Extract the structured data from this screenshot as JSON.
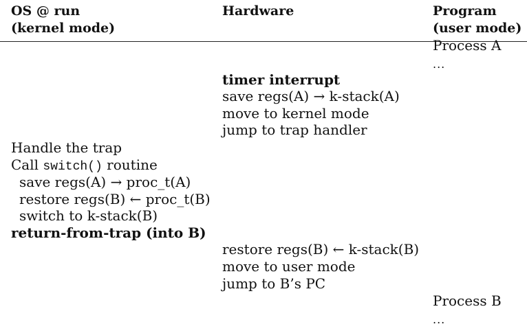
{
  "headers": {
    "os": [
      "OS @ run",
      "(kernel mode)"
    ],
    "hardware": "Hardware",
    "program": [
      "Program",
      "(user mode)"
    ]
  },
  "program": {
    "process_a": "Process A",
    "dots_a": "...",
    "process_b": "Process B",
    "dots_b": "..."
  },
  "hardware": {
    "timer": {
      "title": "timer interrupt",
      "lines": [
        "save regs(A) → k-stack(A)",
        "move to kernel mode",
        "jump to trap handler"
      ]
    },
    "return": {
      "lines": [
        "restore regs(B) ← k-stack(B)",
        "move to user mode",
        "jump to B’s PC"
      ]
    }
  },
  "os": {
    "handle": "Handle the trap",
    "call_prefix": "Call ",
    "call_code": "switch()",
    "call_suffix": " routine",
    "sub": [
      "save regs(A) → proc_t(A)",
      "restore regs(B) ← proc_t(B)",
      "switch to k-stack(B)"
    ],
    "return_from_trap": "return-from-trap (into B)"
  }
}
